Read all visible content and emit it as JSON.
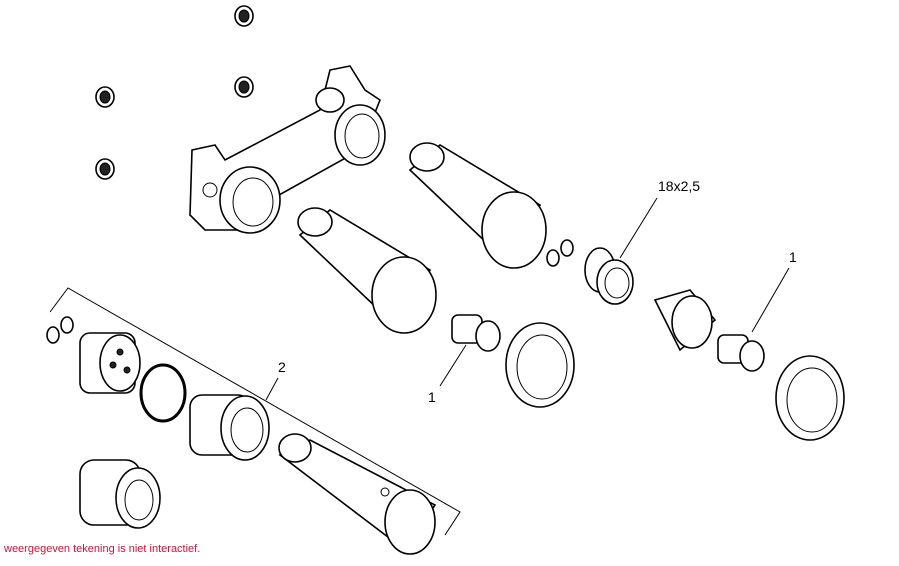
{
  "labels": {
    "seal_size": "18x2,5",
    "part_1_right": "1",
    "part_1_left": "1",
    "part_2": "2"
  },
  "notice": "weergegeven tekening is niet interactief.",
  "colors": {
    "notice": "#d0103a",
    "line": "#000000"
  }
}
